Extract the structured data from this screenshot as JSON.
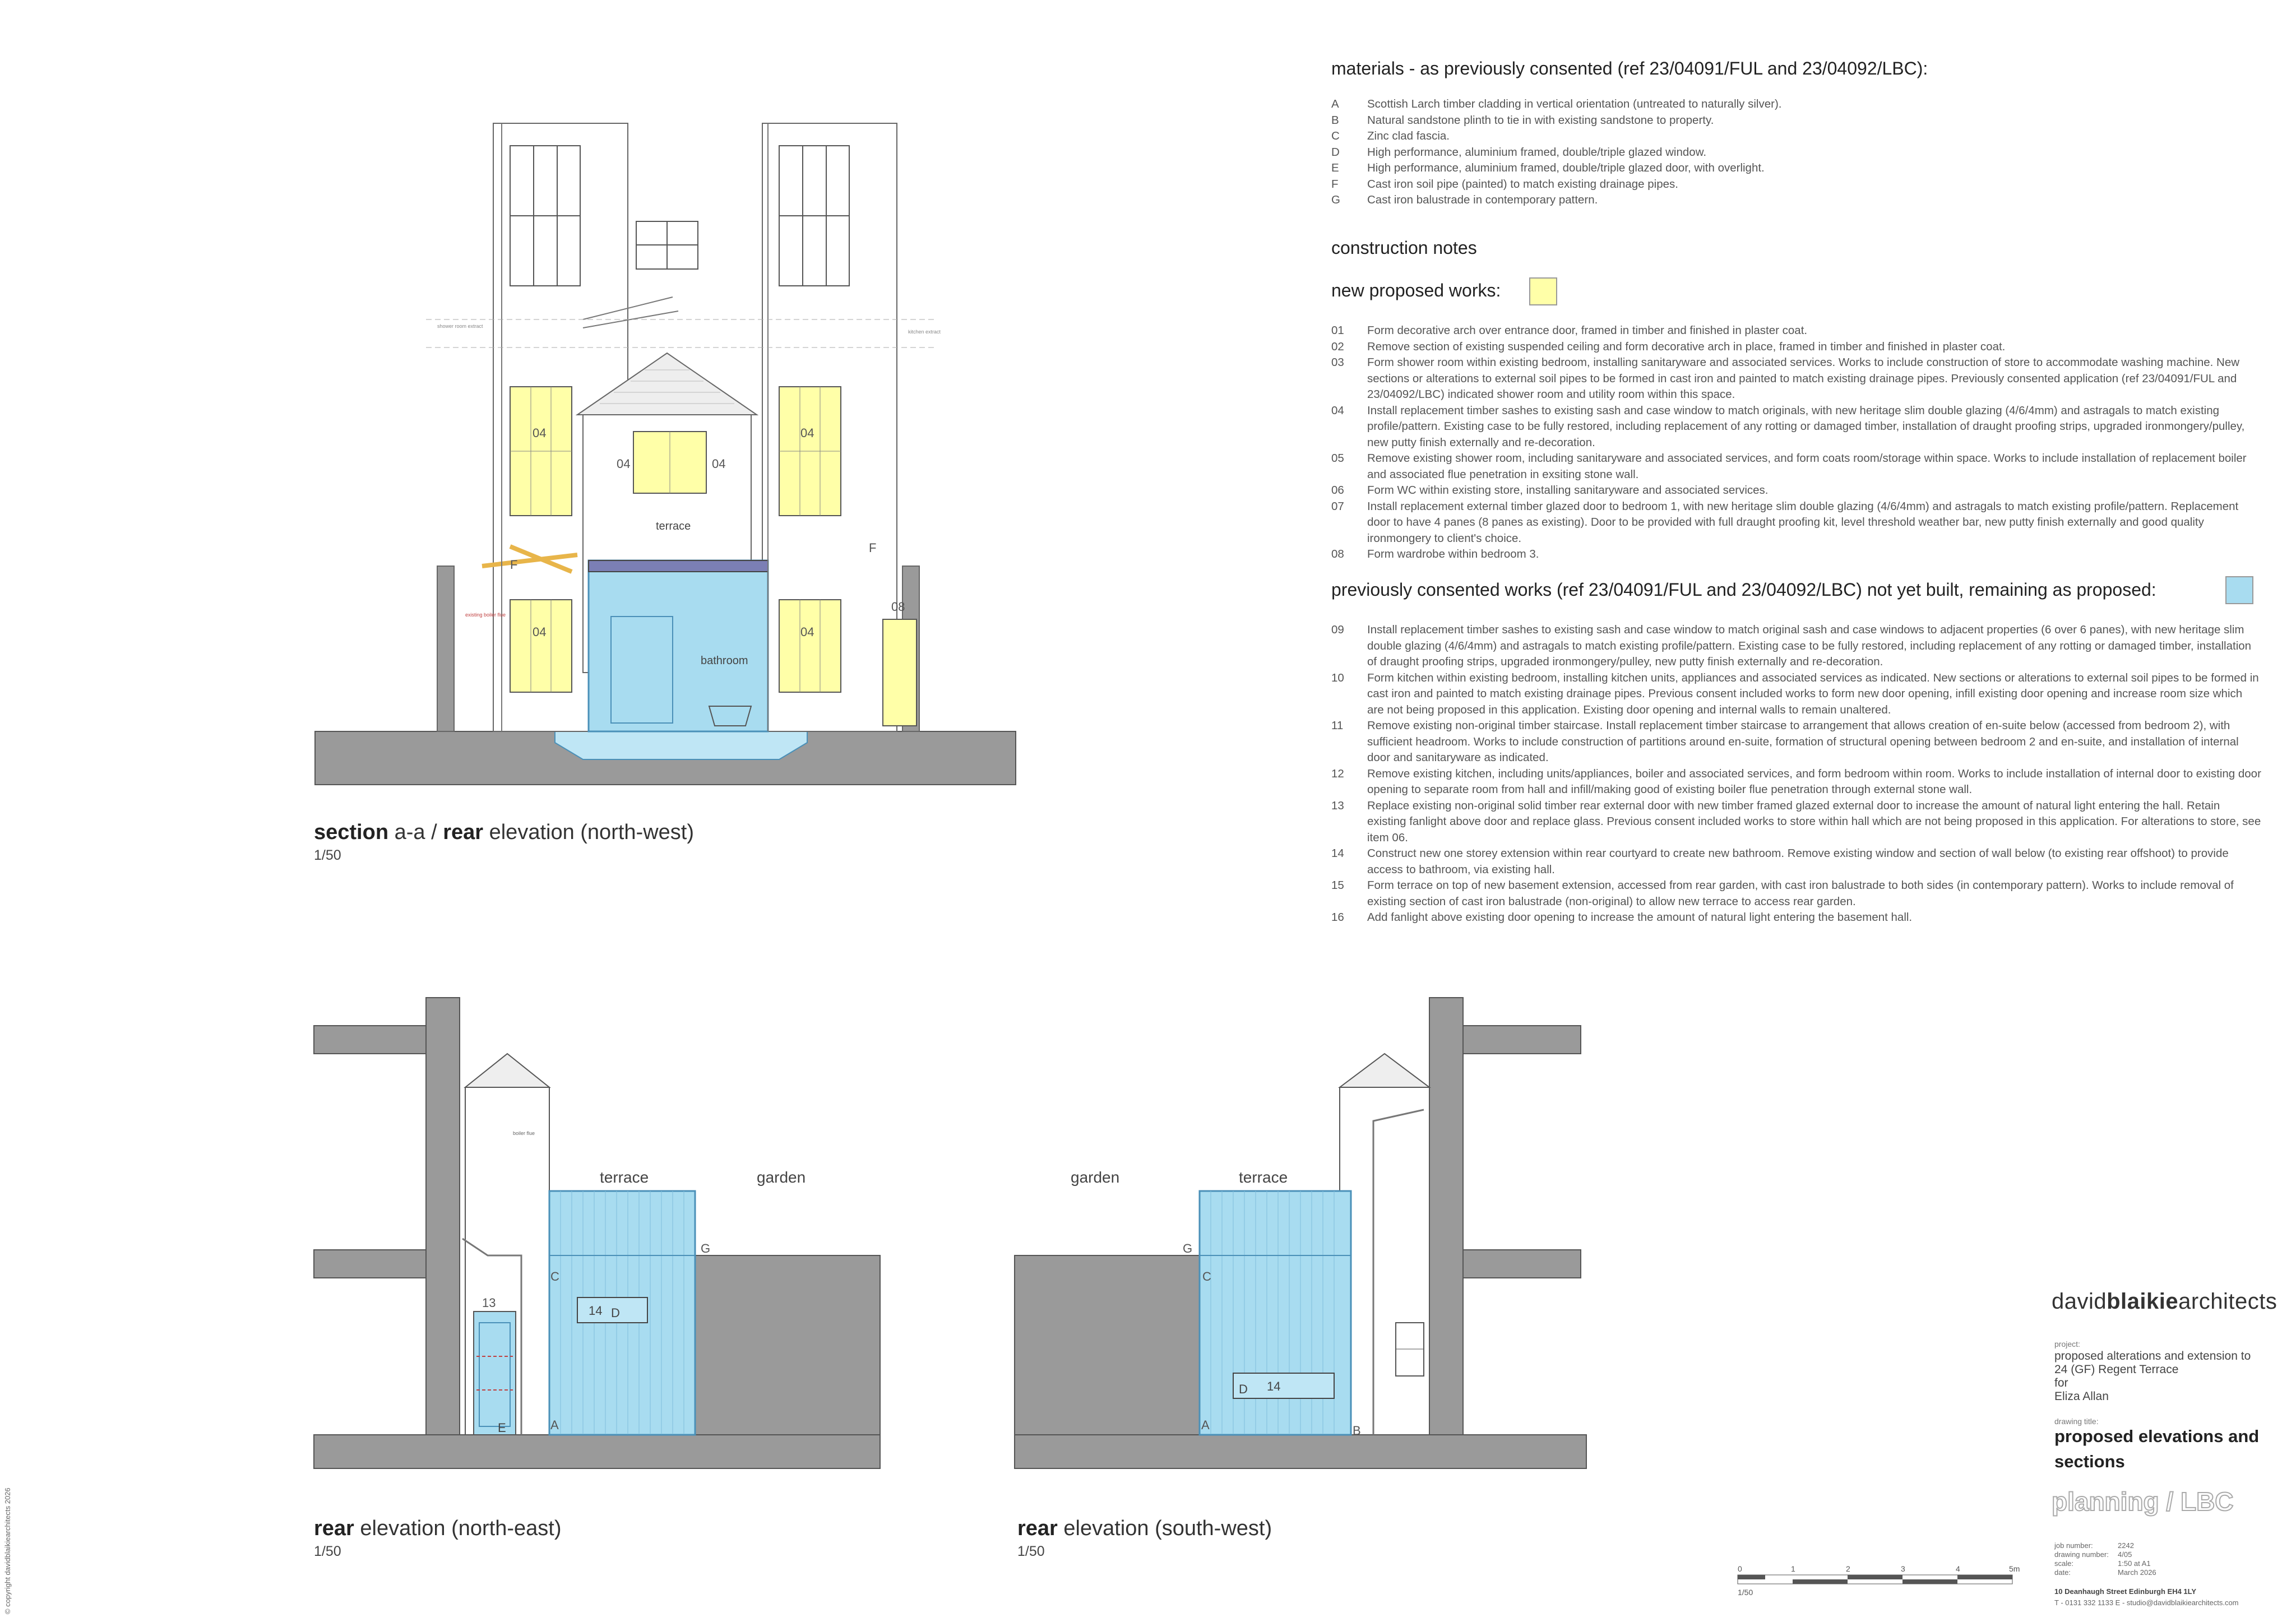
{
  "section_aa": {
    "caption_bold_1": "section",
    "caption_text_1": " a-a / ",
    "caption_bold_2": "rear",
    "caption_text_2": " elevation (north-west)",
    "scale": "1/50",
    "labels": {
      "terrace": "terrace",
      "bathroom": "bathroom",
      "tag_04": "04",
      "tag_08": "08",
      "tag_F": "F",
      "shower_extract": "shower room extract",
      "kitchen_extract": "kitchen extract",
      "boiler_flue": "existing boiler flue"
    }
  },
  "rear_ne": {
    "caption_bold": "rear",
    "caption_text": " elevation (north-east)",
    "scale": "1/50",
    "labels": {
      "terrace": "terrace",
      "garden": "garden",
      "tag_13": "13",
      "tag_14": "14",
      "C": "C",
      "D": "D",
      "E": "E",
      "A": "A",
      "G": "G",
      "boiler_flue": "boiler flue"
    }
  },
  "rear_sw": {
    "caption_bold": "rear",
    "caption_text": " elevation (south-west)",
    "scale": "1/50",
    "labels": {
      "terrace": "terrace",
      "garden": "garden",
      "tag_14": "14",
      "C": "C",
      "D": "D",
      "A": "A",
      "B": "B",
      "G": "G"
    }
  },
  "materials": {
    "heading": "materials - as previously consented (ref 23/04091/FUL and 23/04092/LBC):",
    "items": [
      {
        "key": "A",
        "text": "Scottish Larch timber cladding in vertical orientation (untreated to naturally silver)."
      },
      {
        "key": "B",
        "text": "Natural sandstone plinth to tie in with existing sandstone to property."
      },
      {
        "key": "C",
        "text": "Zinc clad fascia."
      },
      {
        "key": "D",
        "text": "High performance, aluminium framed, double/triple glazed window."
      },
      {
        "key": "E",
        "text": "High performance, aluminium framed, double/triple glazed door, with overlight."
      },
      {
        "key": "F",
        "text": "Cast iron soil pipe (painted) to match existing drainage pipes."
      },
      {
        "key": "G",
        "text": "Cast iron balustrade in contemporary pattern."
      }
    ]
  },
  "construction": {
    "heading": "construction notes"
  },
  "new_works": {
    "heading": "new proposed works:",
    "color": "#ffffa8",
    "items": [
      {
        "key": "01",
        "text": "Form decorative arch over entrance door, framed in timber and finished in plaster coat."
      },
      {
        "key": "02",
        "text": "Remove section of existing suspended ceiling and form decorative arch in place, framed in timber and finished in plaster coat."
      },
      {
        "key": "03",
        "text": "Form shower room within existing bedroom, installing sanitaryware and associated services. Works to include construction of store to accommodate washing machine. New sections or alterations to external soil pipes to be formed in cast iron and painted to match existing drainage pipes. Previously consented application (ref 23/04091/FUL and 23/04092/LBC) indicated shower room and utility room within this space."
      },
      {
        "key": "04",
        "text": "Install replacement timber sashes to existing sash and case window to match originals, with new heritage slim double glazing (4/6/4mm) and astragals to match existing profile/pattern. Existing case to be fully restored, including replacement of any rotting or damaged timber, installation of draught proofing strips, upgraded ironmongery/pulley, new putty finish externally and re-decoration."
      },
      {
        "key": "05",
        "text": "Remove existing shower room, including sanitaryware and associated services, and form coats room/storage within space. Works to include installation of replacement boiler and associated flue penetration in exsiting stone wall."
      },
      {
        "key": "06",
        "text": "Form WC within existing store, installing sanitaryware and associated services."
      },
      {
        "key": "07",
        "text": "Install replacement external timber glazed door to bedroom 1, with new heritage slim double glazing (4/6/4mm) and astragals to match existing profile/pattern. Replacement door to have 4 panes (8 panes as existing). Door to be provided with full draught proofing kit, level threshold weather bar, new putty finish externally and good quality ironmongery to client's choice."
      },
      {
        "key": "08",
        "text": "Form wardrobe within bedroom 3."
      }
    ]
  },
  "consented_works": {
    "heading": "previously consented works (ref 23/04091/FUL and 23/04092/LBC) not yet built, remaining as proposed:",
    "color": "#a8dcf0",
    "items": [
      {
        "key": "09",
        "text": "Install replacement timber sashes to existing sash and case window to match original sash and case windows to adjacent properties (6 over 6 panes), with new heritage slim double glazing (4/6/4mm) and astragals to match existing profile/pattern. Existing case to be fully restored, including replacement of any rotting or damaged timber, installation of draught proofing strips, upgraded ironmongery/pulley, new putty finish externally and re-decoration."
      },
      {
        "key": "10",
        "text": "Form kitchen within existing bedroom, installing kitchen units, appliances and associated services as indicated. New sections or alterations to external soil pipes to be formed in cast iron and painted to match existing drainage pipes. Previous consent included works to form new door opening, infill existing door opening and increase room size which are not being proposed in this application. Existing door opening and internal walls to remain unaltered."
      },
      {
        "key": "11",
        "text": "Remove existing non-original timber staircase. Install replacement timber staircase to arrangement that allows creation of en-suite below (accessed from bedroom 2), with sufficient headroom. Works to include construction of partitions around en-suite, formation of structural opening between bedroom 2 and en-suite, and installation of internal door and sanitaryware as indicated."
      },
      {
        "key": "12",
        "text": "Remove existing kitchen, including units/appliances, boiler and associated services, and form bedroom within room. Works to include installation of internal door to existing door opening to separate room from hall and infill/making good of existing boiler flue penetration through external stone wall."
      },
      {
        "key": "13",
        "text": "Replace existing non-original solid timber rear external door with new timber framed glazed external door to increase the amount of natural light entering the hall. Retain existing fanlight above door and replace glass.  Previous consent included works to store within hall which are not being proposed in this application. For alterations to store, see item 06."
      },
      {
        "key": "14",
        "text": "Construct new one storey extension within rear courtyard to create new bathroom. Remove existing window and section of wall below (to existing rear offshoot) to provide access to bathroom, via existing hall."
      },
      {
        "key": "15",
        "text": "Form terrace on top of new basement extension, accessed from rear garden, with cast iron balustrade to both sides (in contemporary pattern). Works to include removal of existing section of cast iron balustrade (non-original) to allow new terrace to access rear garden."
      },
      {
        "key": "16",
        "text": "Add fanlight above existing door opening to increase the amount of natural light entering the basement hall."
      }
    ]
  },
  "title_block": {
    "firm_a": "david",
    "firm_b": "blaikie",
    "firm_c": "architects",
    "project_label": "project:",
    "project_lines": [
      "proposed alterations and extension to",
      "24 (GF) Regent Terrace",
      "for",
      "Eliza Allan"
    ],
    "drawing_title_label": "drawing title:",
    "drawing_title": "proposed elevations and sections",
    "stamp": "planning / LBC",
    "meta_labels": [
      "job number:",
      "drawing number:",
      "scale:",
      "date:"
    ],
    "meta_values": [
      "2242",
      "4/05",
      "1:50 at A1",
      "March 2026"
    ],
    "address": "10 Deanhaugh Street   Edinburgh   EH4 1LY",
    "contact": "T - 0131 332 1133  E - studio@davidblaikiearchitects.com"
  },
  "scale_bar": {
    "ticks": [
      "0",
      "1",
      "2",
      "3",
      "4",
      "5m"
    ],
    "ratio": "1/50"
  },
  "copyright": "© copyright davidblaikiearchitects 2026"
}
